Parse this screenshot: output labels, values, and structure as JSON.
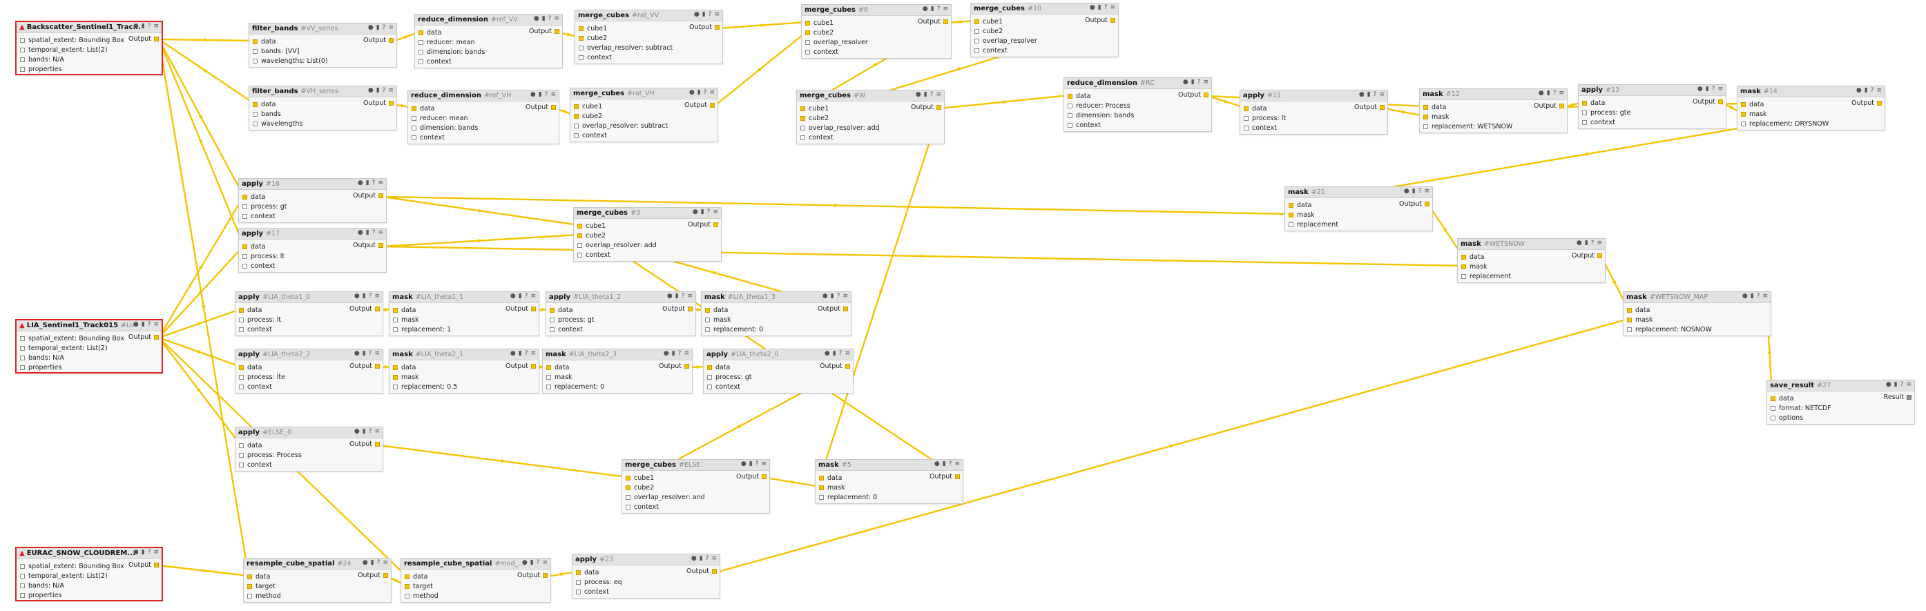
{
  "labels": {
    "output": "Output",
    "result": "Result"
  },
  "icons": [
    "info-icon",
    "delete-icon",
    "help-icon",
    "menu-icon"
  ],
  "colors": {
    "edge": "#f5c400",
    "port": "#f5c400",
    "error": "#e02424"
  },
  "nodes": [
    {
      "id": "n0",
      "title": "Backscatter_Sentinel1_Trac...",
      "nid": "",
      "collection": true,
      "out": "Output",
      "params": [
        [
          "spatial_extent: Bounding Box",
          false
        ],
        [
          "temporal_extent: List(2)",
          false
        ],
        [
          "bands: N/A",
          false
        ],
        [
          "properties",
          false
        ]
      ]
    },
    {
      "id": "n1",
      "title": "LIA_Sentinel1_Track015",
      "nid": "#LIA",
      "collection": true,
      "out": "Output",
      "params": [
        [
          "spatial_extent: Bounding Box",
          false
        ],
        [
          "temporal_extent: List(2)",
          false
        ],
        [
          "bands: N/A",
          false
        ],
        [
          "properties",
          false
        ]
      ]
    },
    {
      "id": "n2",
      "title": "EURAC_SNOW_CLOUDREM...",
      "nid": "",
      "collection": true,
      "out": "Output",
      "params": [
        [
          "spatial_extent: Bounding Box",
          false
        ],
        [
          "temporal_extent: List(2)",
          false
        ],
        [
          "bands: N/A",
          false
        ],
        [
          "properties",
          false
        ]
      ]
    },
    {
      "id": "n3",
      "title": "filter_bands",
      "nid": "#VV_series",
      "out": "Output",
      "params": [
        [
          "data",
          true
        ],
        [
          "bands: [VV]",
          false
        ],
        [
          "wavelengths: List(0)",
          false
        ]
      ]
    },
    {
      "id": "n4",
      "title": "filter_bands",
      "nid": "#VH_series",
      "out": "Output",
      "params": [
        [
          "data",
          true
        ],
        [
          "bands",
          false
        ],
        [
          "wavelengths",
          false
        ]
      ]
    },
    {
      "id": "n5",
      "title": "reduce_dimension",
      "nid": "#ref_VV",
      "out": "Output",
      "params": [
        [
          "data",
          true
        ],
        [
          "reducer: mean",
          false
        ],
        [
          "dimension: bands",
          false
        ],
        [
          "context",
          false
        ]
      ]
    },
    {
      "id": "n6",
      "title": "reduce_dimension",
      "nid": "#ref_VH",
      "out": "Output",
      "params": [
        [
          "data",
          true
        ],
        [
          "reducer: mean",
          false
        ],
        [
          "dimension: bands",
          false
        ],
        [
          "context",
          false
        ]
      ]
    },
    {
      "id": "n7",
      "title": "merge_cubes",
      "nid": "#rat_VV",
      "out": "Output",
      "params": [
        [
          "cube1",
          true
        ],
        [
          "cube2",
          true
        ],
        [
          "overlap_resolver: subtract",
          false
        ],
        [
          "context",
          false
        ]
      ]
    },
    {
      "id": "n8",
      "title": "merge_cubes",
      "nid": "#rat_VH",
      "out": "Output",
      "params": [
        [
          "cube1",
          true
        ],
        [
          "cube2",
          true
        ],
        [
          "overlap_resolver: subtract",
          false
        ],
        [
          "context",
          false
        ]
      ]
    },
    {
      "id": "n9",
      "title": "merge_cubes",
      "nid": "#6",
      "out": "Output",
      "params": [
        [
          "cube1",
          true
        ],
        [
          "cube2",
          true
        ],
        [
          "overlap_resolver",
          false
        ],
        [
          "context",
          false
        ]
      ]
    },
    {
      "id": "n10",
      "title": "merge_cubes",
      "nid": "#10",
      "out": "Output",
      "params": [
        [
          "cube1",
          true
        ],
        [
          "cube2",
          false
        ],
        [
          "overlap_resolver",
          false
        ],
        [
          "context",
          false
        ]
      ]
    },
    {
      "id": "n11",
      "title": "merge_cubes",
      "nid": "#W",
      "out": "Output",
      "params": [
        [
          "cube1",
          true
        ],
        [
          "cube2",
          true
        ],
        [
          "overlap_resolver: add",
          false
        ],
        [
          "context",
          false
        ]
      ]
    },
    {
      "id": "n12",
      "title": "reduce_dimension",
      "nid": "#RC",
      "out": "Output",
      "params": [
        [
          "data",
          true
        ],
        [
          "reducer: Process",
          false
        ],
        [
          "dimension: bands",
          false
        ],
        [
          "context",
          false
        ]
      ]
    },
    {
      "id": "n13",
      "title": "apply",
      "nid": "#11",
      "out": "Output",
      "params": [
        [
          "data",
          true
        ],
        [
          "process: lt",
          false
        ],
        [
          "context",
          false
        ]
      ]
    },
    {
      "id": "n14",
      "title": "mask",
      "nid": "#12",
      "out": "Output",
      "params": [
        [
          "data",
          true
        ],
        [
          "mask",
          true
        ],
        [
          "replacement: WETSNOW",
          false
        ]
      ]
    },
    {
      "id": "n15",
      "title": "apply",
      "nid": "#13",
      "out": "Output",
      "params": [
        [
          "data",
          true
        ],
        [
          "process: gte",
          false
        ],
        [
          "context",
          false
        ]
      ]
    },
    {
      "id": "n16",
      "title": "mask",
      "nid": "#14",
      "out": "Output",
      "params": [
        [
          "data",
          true
        ],
        [
          "mask",
          true
        ],
        [
          "replacement: DRYSNOW",
          false
        ]
      ]
    },
    {
      "id": "n17",
      "title": "apply",
      "nid": "#16",
      "out": "Output",
      "params": [
        [
          "data",
          true
        ],
        [
          "process: gt",
          false
        ],
        [
          "context",
          false
        ]
      ]
    },
    {
      "id": "n18",
      "title": "apply",
      "nid": "#17",
      "out": "Output",
      "params": [
        [
          "data",
          true
        ],
        [
          "process: lt",
          false
        ],
        [
          "context",
          false
        ]
      ]
    },
    {
      "id": "n19",
      "title": "merge_cubes",
      "nid": "#3",
      "out": "Output",
      "params": [
        [
          "cube1",
          true
        ],
        [
          "cube2",
          true
        ],
        [
          "overlap_resolver: add",
          false
        ],
        [
          "context",
          false
        ]
      ]
    },
    {
      "id": "n20",
      "title": "mask",
      "nid": "#21",
      "out": "Output",
      "params": [
        [
          "data",
          true
        ],
        [
          "mask",
          true
        ],
        [
          "replacement",
          false
        ]
      ]
    },
    {
      "id": "n21",
      "title": "mask",
      "nid": "#WETSNOW",
      "out": "Output",
      "params": [
        [
          "data",
          true
        ],
        [
          "mask",
          true
        ],
        [
          "replacement",
          false
        ]
      ]
    },
    {
      "id": "n22",
      "title": "mask",
      "nid": "#WETSNOW_MAP",
      "out": "",
      "params": [
        [
          "data",
          true
        ],
        [
          "mask",
          true
        ],
        [
          "replacement: NOSNOW",
          false
        ]
      ]
    },
    {
      "id": "n23",
      "title": "apply",
      "nid": "#LIA_theta1_0",
      "out": "Output",
      "params": [
        [
          "data",
          true
        ],
        [
          "process: lt",
          false
        ],
        [
          "context",
          false
        ]
      ]
    },
    {
      "id": "n24",
      "title": "mask",
      "nid": "#LIA_theta1_1",
      "out": "Output",
      "params": [
        [
          "data",
          true
        ],
        [
          "mask",
          false
        ],
        [
          "replacement: 1",
          false
        ]
      ]
    },
    {
      "id": "n25",
      "title": "apply",
      "nid": "#LIA_theta1_2",
      "out": "Output",
      "params": [
        [
          "data",
          true
        ],
        [
          "process: gt",
          false
        ],
        [
          "context",
          false
        ]
      ]
    },
    {
      "id": "n26",
      "title": "mask",
      "nid": "#LIA_theta1_3",
      "out": "Output",
      "params": [
        [
          "data",
          true
        ],
        [
          "mask",
          false
        ],
        [
          "replacement: 0",
          false
        ]
      ]
    },
    {
      "id": "n27",
      "title": "apply",
      "nid": "#LIA_theta2_2",
      "out": "Output",
      "params": [
        [
          "data",
          true
        ],
        [
          "process: lte",
          false
        ],
        [
          "context",
          false
        ]
      ]
    },
    {
      "id": "n28",
      "title": "mask",
      "nid": "#LIA_theta2_1",
      "out": "Output",
      "params": [
        [
          "data",
          true
        ],
        [
          "mask",
          true
        ],
        [
          "replacement: 0.5",
          false
        ]
      ]
    },
    {
      "id": "n29",
      "title": "mask",
      "nid": "#LIA_theta2_3",
      "out": "Output",
      "params": [
        [
          "data",
          true
        ],
        [
          "mask",
          false
        ],
        [
          "replacement: 0",
          false
        ]
      ]
    },
    {
      "id": "n30",
      "title": "apply",
      "nid": "#LIA_theta2_0",
      "out": "Output",
      "params": [
        [
          "data",
          true
        ],
        [
          "process: gt",
          false
        ],
        [
          "context",
          false
        ]
      ]
    },
    {
      "id": "n31",
      "title": "apply",
      "nid": "#ELSE_0",
      "out": "Output",
      "params": [
        [
          "data",
          false
        ],
        [
          "process: Process",
          false
        ],
        [
          "context",
          false
        ]
      ]
    },
    {
      "id": "n32",
      "title": "merge_cubes",
      "nid": "#ELSE",
      "out": "Output",
      "params": [
        [
          "cube1",
          true
        ],
        [
          "cube2",
          true
        ],
        [
          "overlap_resolver: and",
          false
        ],
        [
          "context",
          false
        ]
      ]
    },
    {
      "id": "n33",
      "title": "mask",
      "nid": "#5",
      "out": "Output",
      "params": [
        [
          "data",
          true
        ],
        [
          "mask",
          true
        ],
        [
          "replacement: 0",
          false
        ]
      ]
    },
    {
      "id": "n34",
      "title": "resample_cube_spatial",
      "nid": "#24",
      "out": "Output",
      "params": [
        [
          "data",
          true
        ],
        [
          "target",
          true
        ],
        [
          "method",
          false
        ]
      ]
    },
    {
      "id": "n35",
      "title": "resample_cube_spatial",
      "nid": "#mod_...",
      "out": "Output",
      "params": [
        [
          "data",
          true
        ],
        [
          "target",
          true
        ],
        [
          "method",
          false
        ]
      ]
    },
    {
      "id": "n36",
      "title": "apply",
      "nid": "#23",
      "out": "Output",
      "params": [
        [
          "data",
          true
        ],
        [
          "process: eq",
          false
        ],
        [
          "context",
          false
        ]
      ]
    },
    {
      "id": "n37",
      "title": "save_result",
      "nid": "#27",
      "out": "Result",
      "params": [
        [
          "data",
          true
        ],
        [
          "format: NETCDF",
          false
        ],
        [
          "options",
          false
        ]
      ]
    }
  ]
}
